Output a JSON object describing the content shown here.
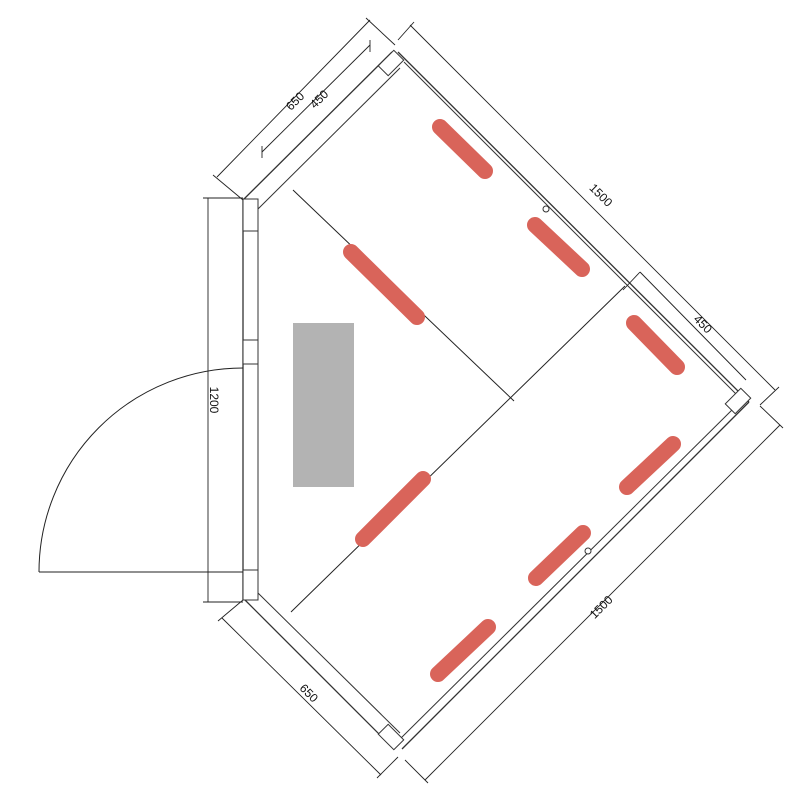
{
  "dimensions": {
    "top_left_outer": "650",
    "top_left_inner": "450",
    "top_right_outer": "1500",
    "right_inner": "450",
    "bottom_right_outer": "1500",
    "door_width": "1200",
    "bottom_left": "650"
  },
  "colors": {
    "heater": "#d9645a",
    "stove": "#b3b3b3",
    "wall": "#333333"
  },
  "elements": {
    "heater_count": 8,
    "stove": "stove-block",
    "door": "swing-door"
  }
}
